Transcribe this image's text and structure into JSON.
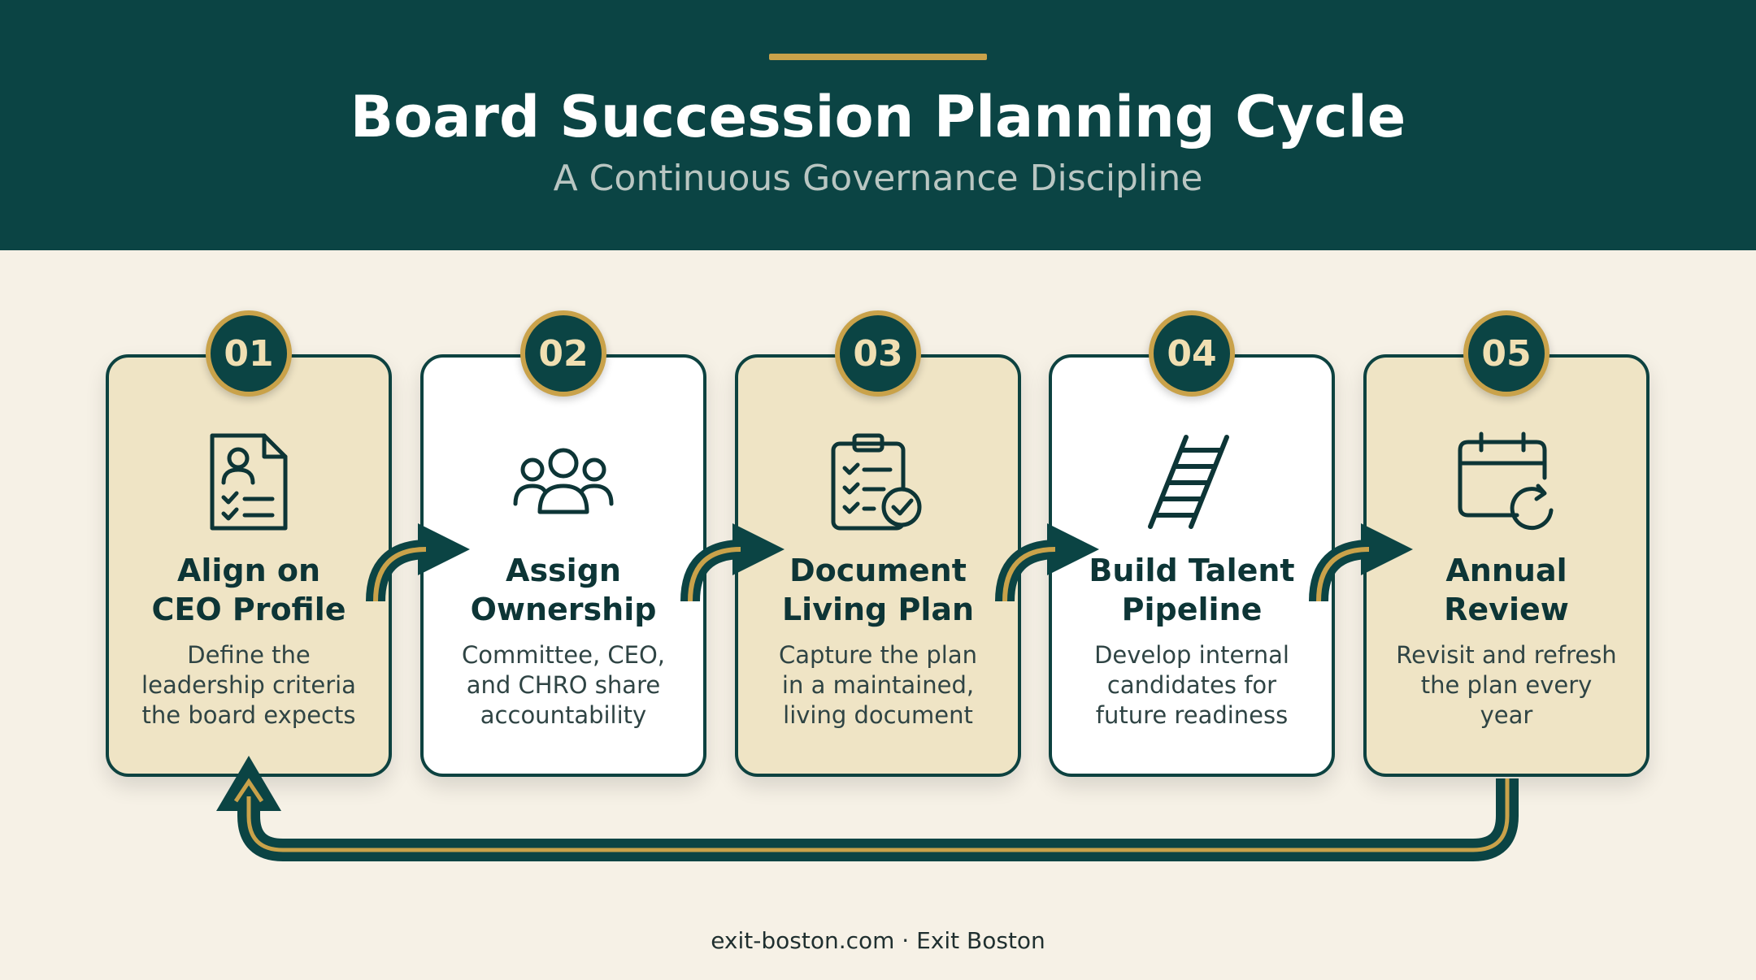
{
  "header": {
    "title": "Board Succession Planning Cycle",
    "subtitle": "A Continuous Governance Discipline"
  },
  "colors": {
    "primary": "#0b4444",
    "accent_gold": "#c9a24a",
    "card_tan": "#efe4c5",
    "background": "#f6f1e6"
  },
  "steps": [
    {
      "number": "01",
      "title_line1": "Align on",
      "title_line2": "CEO Profile",
      "desc_line1": "Define the",
      "desc_line2": "leadership criteria",
      "desc_line3": "the board expects",
      "icon": "profile-checklist-icon"
    },
    {
      "number": "02",
      "title_line1": "Assign",
      "title_line2": "Ownership",
      "desc_line1": "Committee, CEO,",
      "desc_line2": "and CHRO share",
      "desc_line3": "accountability",
      "icon": "people-group-icon"
    },
    {
      "number": "03",
      "title_line1": "Document",
      "title_line2": "Living Plan",
      "desc_line1": "Capture the plan",
      "desc_line2": "in a maintained,",
      "desc_line3": "living document",
      "icon": "clipboard-check-icon"
    },
    {
      "number": "04",
      "title_line1": "Build Talent",
      "title_line2": "Pipeline",
      "desc_line1": "Develop internal",
      "desc_line2": "candidates for",
      "desc_line3": "future readiness",
      "icon": "ladder-icon"
    },
    {
      "number": "05",
      "title_line1": "Annual",
      "title_line2": "Review",
      "desc_line1": "Revisit and refresh",
      "desc_line2": "the plan every",
      "desc_line3": "year",
      "icon": "calendar-refresh-icon"
    }
  ],
  "footer": {
    "text": "exit-boston.com · Exit Boston"
  }
}
